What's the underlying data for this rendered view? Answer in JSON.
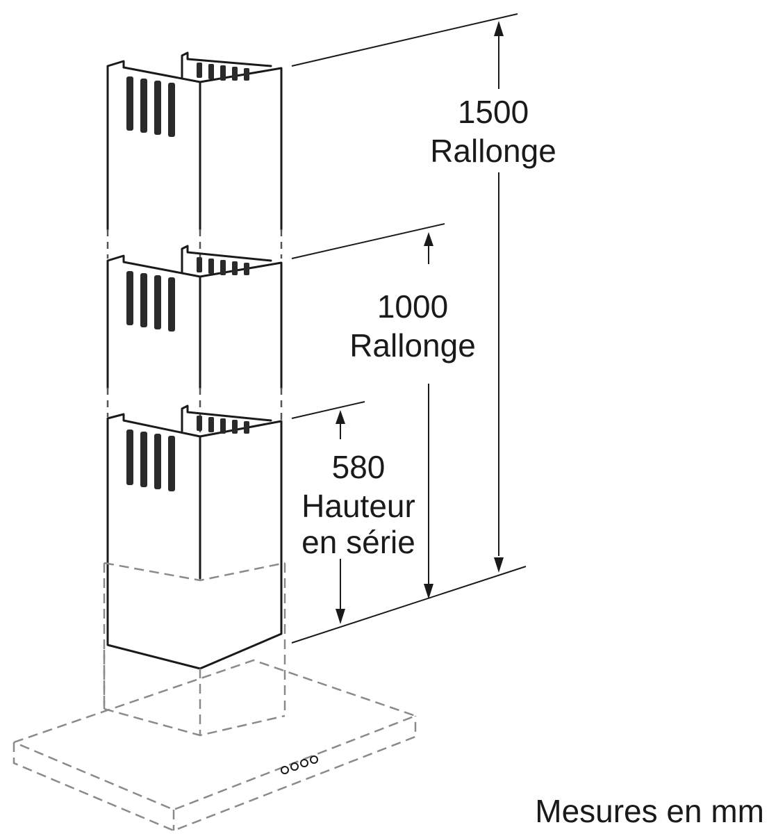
{
  "dimensions": [
    {
      "value": "1500",
      "label": "Rallonge"
    },
    {
      "value": "1000",
      "label": "Rallonge"
    },
    {
      "value": "580",
      "label_line1": "Hauteur",
      "label_line2": "en série"
    }
  ],
  "footer_note": "Mesures en mm",
  "colors": {
    "line": "#1a1a1a",
    "dashed": "#8a8a8a",
    "background": "#ffffff"
  }
}
